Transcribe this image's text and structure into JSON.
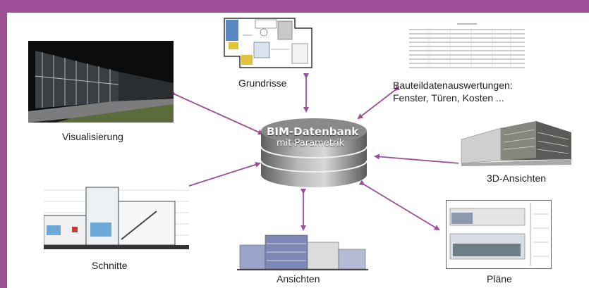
{
  "center": {
    "title": "BIM-Datenbank",
    "subtitle": "mit Parametrik"
  },
  "nodes": {
    "grundrisse": "Grundrisse",
    "bauteil_line1": "Bauteildatenauswertungen:",
    "bauteil_line2": "Fenster, Türen, Kosten ...",
    "visualisierung": "Visualisierung",
    "ansichten3d": "3D-Ansichten",
    "schnitte": "Schnitte",
    "ansichten": "Ansichten",
    "plaene": "Pläne"
  },
  "colors": {
    "frame": "#9b4f95",
    "arrow": "#9b4f95",
    "database": "#8c8c8c"
  }
}
